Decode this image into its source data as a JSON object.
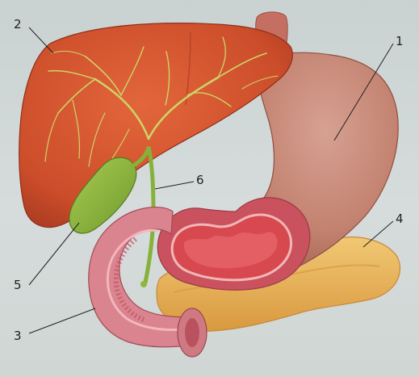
{
  "diagram": {
    "callouts": [
      {
        "id": "1",
        "text": "1"
      },
      {
        "id": "2",
        "text": "2"
      },
      {
        "id": "3",
        "text": "3"
      },
      {
        "id": "4",
        "text": "4"
      },
      {
        "id": "5",
        "text": "5"
      },
      {
        "id": "6",
        "text": "6"
      }
    ],
    "colors": {
      "liver": "#d4532e",
      "liver_dark": "#a83a22",
      "bile_ducts": "#c9d26a",
      "gallbladder": "#8fb83a",
      "stomach": "#c98a7a",
      "stomach_wall": "#c24e5c",
      "pancreas": "#e8b25a",
      "duodenum": "#d98a92",
      "background": "#cfd6d6"
    }
  }
}
